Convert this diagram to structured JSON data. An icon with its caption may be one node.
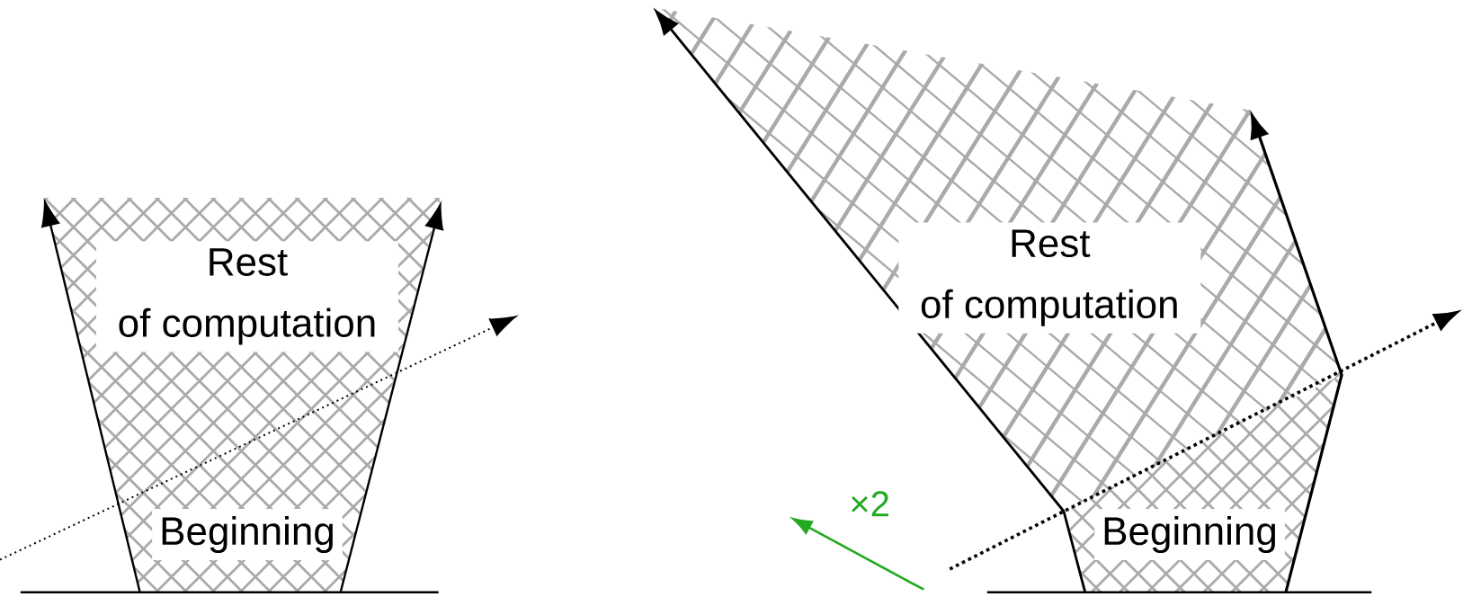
{
  "diagram": {
    "labels": [
      "Rest of computation",
      "Beginning",
      "Rest of computation",
      "×2",
      "Beginning"
    ]
  }
}
